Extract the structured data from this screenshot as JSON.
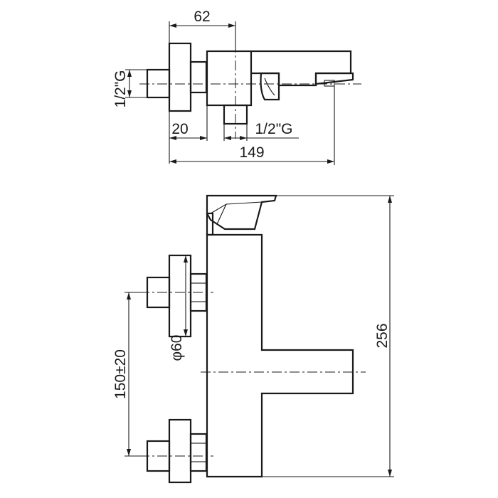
{
  "top_view": {
    "dim_body_width": "62",
    "dim_inlet_thread": "1/2\"G",
    "dim_wall_offset": "20",
    "dim_outlet_thread": "1/2\"G",
    "dim_overall_length": "149"
  },
  "front_view": {
    "dim_overall_height": "256",
    "dim_centre_distance": "150±20",
    "dim_escutcheon_diameter": "φ60"
  }
}
